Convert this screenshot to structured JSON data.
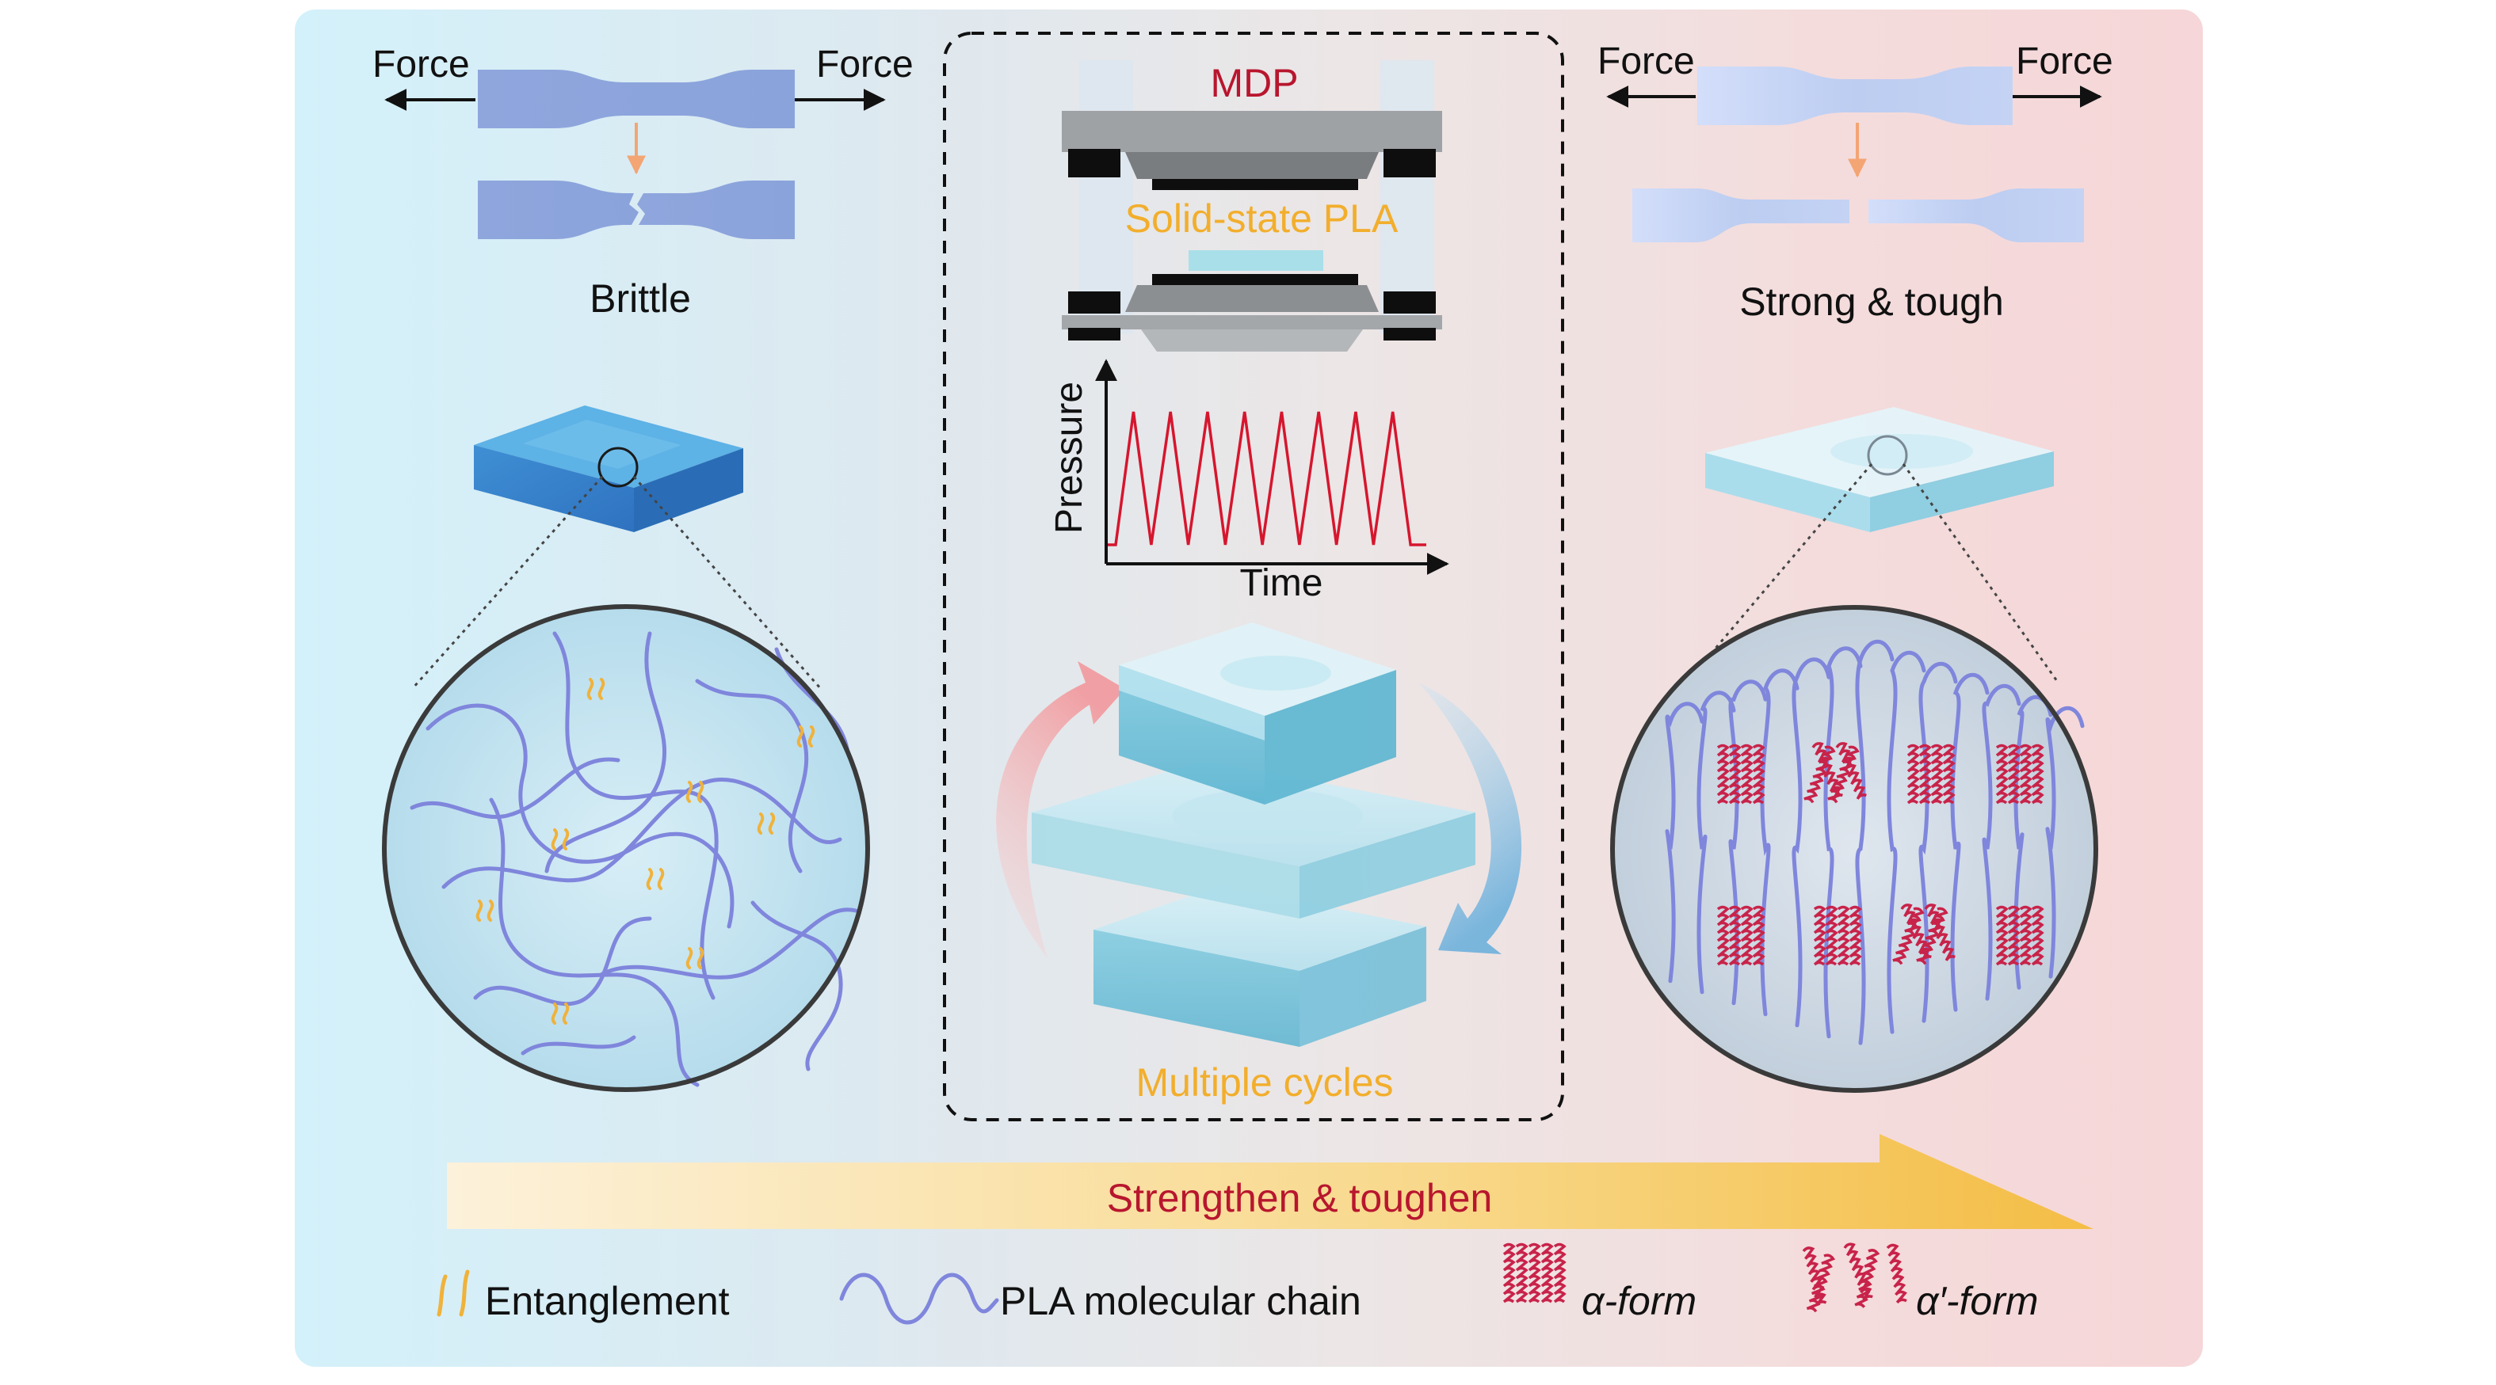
{
  "labels": {
    "force": "Force",
    "brittle": "Brittle",
    "strong_tough": "Strong & tough",
    "mdp": "MDP",
    "solid_state": "Solid-state PLA",
    "pressure": "Pressure",
    "time": "Time",
    "multiple_cycles": "Multiple cycles",
    "strengthen": "Strengthen & toughen"
  },
  "legend": {
    "entanglement": "Entanglement",
    "chain": "PLA molecular chain",
    "alpha": "α-form",
    "alpha_prime": "α′-form"
  },
  "colors": {
    "chain": "#7f86dc",
    "entanglement": "#f0b23a",
    "crystal": "#c8234a",
    "accent_red": "#b8162e",
    "accent_orange": "#f2ae2c",
    "pressure_line": "#d6162e",
    "bar_start": "#fbefd4",
    "bar_end": "#f5c24c"
  },
  "pressure_cycles": 8
}
